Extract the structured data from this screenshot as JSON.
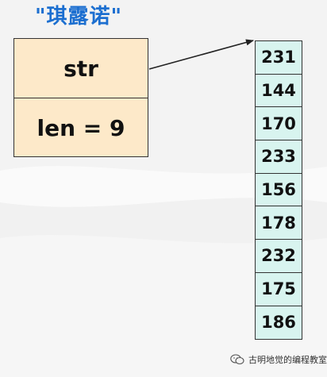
{
  "title": "\"琪露诺\"",
  "struct": {
    "field_str": "str",
    "field_len": "len = 9"
  },
  "array": [
    "231",
    "144",
    "170",
    "233",
    "156",
    "178",
    "232",
    "175",
    "186"
  ],
  "watermark": {
    "text": "古明地觉的编程教室"
  },
  "colors": {
    "title": "#1c6fd0",
    "struct_fill": "#fde9c9",
    "array_fill": "#d8f4ef",
    "border": "#333333",
    "background": "#f3f3f3"
  }
}
